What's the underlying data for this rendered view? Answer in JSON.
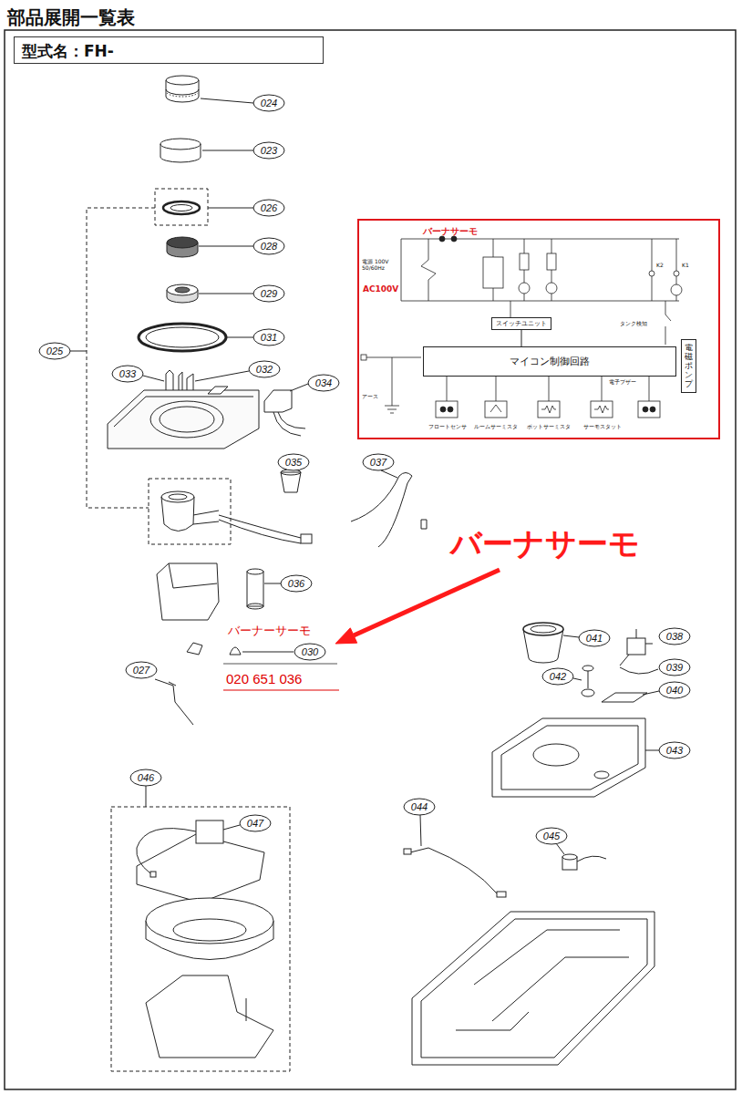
{
  "diagram": {
    "title": "部品展開一覧表",
    "nodes": [
      {
        "text": [
          "型式名：FH-"
        ]
      },
      {
        "text": [
          "バーナサーモ",
          "AC100V"
        ]
      },
      {
        "text": [
          "マイコン制御回路"
        ],
        "in": 1
      },
      {
        "text": [
          "電磁ポンプ"
        ],
        "in": 1
      },
      {
        "text": [
          "スイッチユニット"
        ],
        "in": 1
      }
    ],
    "edges": [
      {
        "from": 4,
        "to": 2,
        "arrow": "none"
      }
    ],
    "labels": [
      "024",
      "023",
      "026",
      "028",
      "029",
      "031",
      "025",
      "033",
      "032",
      "034",
      "035",
      "037",
      "036",
      "030",
      "027",
      "041",
      "038",
      "039",
      "042",
      "040",
      "043",
      "046",
      "047",
      "044",
      "045",
      "バーナサーモ",
      "バーナーサーモ",
      "020 651 036",
      "電源 100V 50/60Hz",
      "アース",
      "フロートセンサ",
      "ルームサーミスタ",
      "ポットサーミスタ",
      "サーモスタット",
      "タンク検知",
      "電子ブザー",
      "K1",
      "K2"
    ]
  }
}
